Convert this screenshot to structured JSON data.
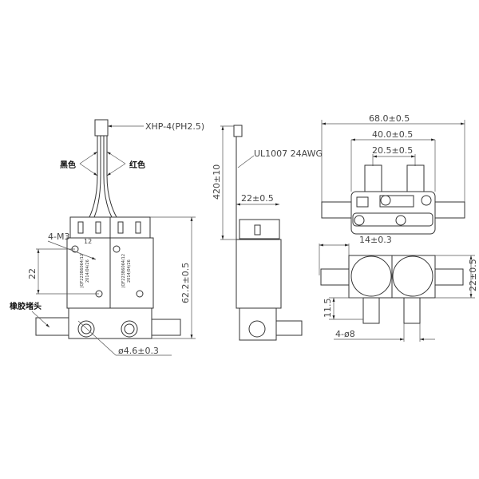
{
  "labels": {
    "connector": "XHP-4(PH2.5)",
    "black_wire": "黑色",
    "red_wire": "红色",
    "mount_holes": "4-M3",
    "hole_spacing_small": "12",
    "hole_spacing_vertical": "22",
    "rubber_plug": "橡胶堵头",
    "port_diameter": "ø4.6±0.3",
    "height": "62.2±0.5",
    "wire_length": "420±10",
    "wire_spec": "UL1007 24AWG",
    "side_width": "22±0.5",
    "total_width": "68.0±0.5",
    "outer_port_spacing": "40.0±0.5",
    "inner_port_spacing": "20.5±0.5",
    "barb_length": "14±0.3",
    "body_depth": "22±0.5",
    "bottom_barb": "11.5",
    "barb_diameter": "4-ø8",
    "coil_label_1": "JQF223B6064/12",
    "coil_label_2": "2014/04/26"
  }
}
